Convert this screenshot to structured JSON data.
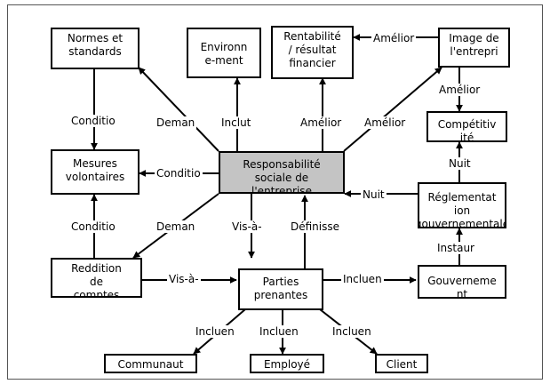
{
  "nodes": {
    "normes": "Normes et\nstandards",
    "environnement": "Environn\ne-ment",
    "rentabilite": "Rentabilité\n/ résultat\nfinancier",
    "image": "Image de\nl'entrepri",
    "competitivite": "Compétitiv\nité",
    "mesures": "Mesures\nvolontaires",
    "rse": "Responsabilité\nsociale de\nl'entreprise",
    "reglementation": "Réglementat\nion\ngouvernementale",
    "reddition": "Reddition\nde\ncomptes",
    "parties": "Parties\nprenantes",
    "gouvernement": "Gouverneme\nnt",
    "communaute": "Communaut",
    "employe": "Employé",
    "client": "Client"
  },
  "labels": {
    "amelior_rent_image": "Amélior",
    "amelior_image_comp": "Amélior",
    "conditio_normes_mesures": "Conditio",
    "deman_rse_normes": "Deman",
    "inclut": "Inclut",
    "amelior_rse_rent": "Amélior",
    "amelior_rse_image": "Amélior",
    "conditio_rse_mesures": "Conditio",
    "nuit_reg_comp": "Nuit",
    "nuit_reg_rse": "Nuit",
    "conditio_redd_mesures": "Conditio",
    "deman_rse_redd": "Deman",
    "visa_rse_parties": "Vis-à-",
    "definisse": "Définisse",
    "instaur": "Instaur",
    "visa_redd_parties": "Vis-à-",
    "incluen_parties_gouv": "Incluen",
    "incluen_communaute": "Incluen",
    "incluen_employe": "Incluen",
    "incluen_client": "Incluen"
  }
}
